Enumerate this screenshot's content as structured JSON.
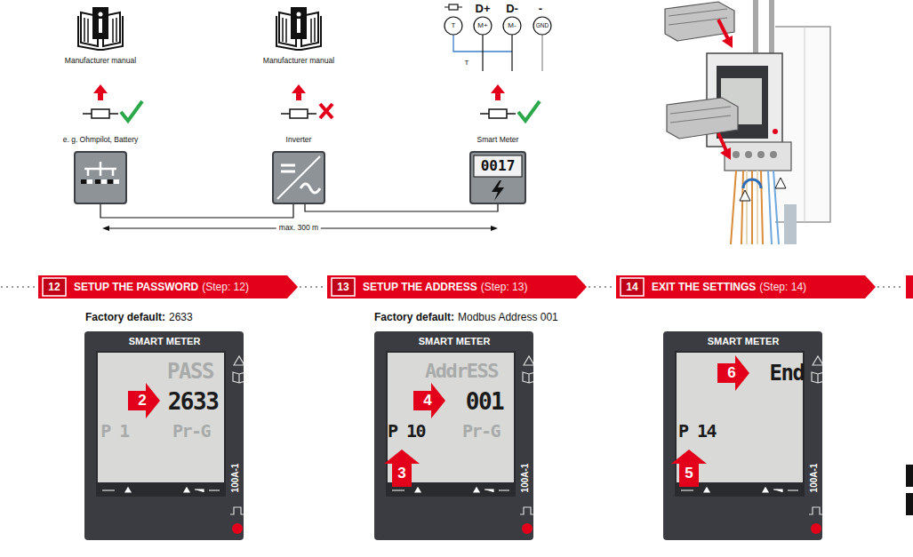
{
  "diagram": {
    "nodes": [
      {
        "text": [
          "e. g. Ohmpilot, Battery"
        ]
      },
      {
        "text": [
          "Inverter"
        ]
      },
      {
        "text": [
          "Smart Meter",
          "0017"
        ]
      },
      {
        "text": [
          "12",
          "SETUP THE PASSWORD",
          "(Step: 12)"
        ]
      },
      {
        "text": [
          "13",
          "SETUP THE ADDRESS",
          "(Step: 13)"
        ]
      },
      {
        "text": [
          "14",
          "EXIT THE SETTINGS",
          "(Step: 14)"
        ]
      },
      {
        "text": [
          "SMART METER",
          "PASS",
          "2633",
          "P 1",
          "Pr-G",
          "100A-1"
        ]
      },
      {
        "text": [
          "SMART METER",
          "AddrESS",
          "001",
          "P 10",
          "Pr-G",
          "100A-1"
        ]
      },
      {
        "text": [
          "SMART METER",
          "End",
          "P 14",
          "100A-1"
        ]
      }
    ],
    "edges": [
      {
        "from": 0,
        "to": 1,
        "arrow": "none"
      },
      {
        "from": 1,
        "to": 2,
        "arrow": "none"
      }
    ],
    "labels": [
      "Manufacturer manual",
      "Manufacturer manual",
      "D+",
      "D-",
      "-",
      "T",
      "M+",
      "M-",
      "GND",
      "T",
      "max. 300 m",
      "Factory default:",
      "2633",
      "Factory default:",
      "Modbus Address 001",
      "2",
      "3",
      "4",
      "5",
      "6"
    ]
  }
}
